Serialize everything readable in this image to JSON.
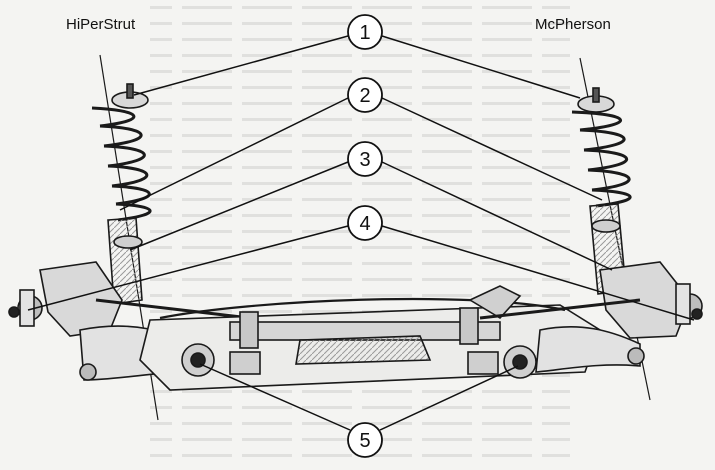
{
  "labels": {
    "left_title": "HiPerStrut",
    "right_title": "McPherson"
  },
  "callouts": [
    "1",
    "2",
    "3",
    "4",
    "5"
  ]
}
